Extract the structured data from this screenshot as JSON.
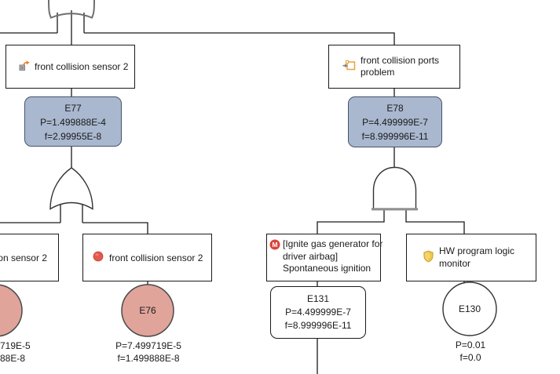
{
  "tree": {
    "root_gate": {
      "type": "OR"
    },
    "left_branch": {
      "event": {
        "label": "front collision sensor 2"
      },
      "summary": {
        "id": "E77",
        "p": "P=1.499888E-4",
        "f": "f=2.99955E-8"
      },
      "gate": {
        "type": "OR"
      },
      "children": {
        "partial_event": {
          "label_fragment": "on sensor 2"
        },
        "sensor_event": {
          "label": "front collision sensor 2"
        },
        "partial_basic": {
          "p_fragment": "719E-5",
          "f_fragment": "88E-8"
        },
        "basic": {
          "id": "E76",
          "p": "P=7.499719E-5",
          "f": "f=1.499888E-8"
        }
      }
    },
    "right_branch": {
      "event": {
        "line1": "front collision ports",
        "line2": "problem"
      },
      "summary": {
        "id": "E78",
        "p": "P=4.499999E-7",
        "f": "f=8.999996E-11"
      },
      "gate": {
        "type": "AND"
      },
      "children": {
        "ignite_event": {
          "line1": "[Ignite gas generator for",
          "line2": "driver airbag]",
          "line3": "Spontaneous ignition"
        },
        "hw_event": {
          "line1": "HW program logic",
          "line2": "monitor"
        },
        "ignite_basic": {
          "id": "E131",
          "p": "P=4.499999E-7",
          "f": "f=8.999996E-11"
        },
        "hw_basic": {
          "id": "E130",
          "p": "P=0.01",
          "f": "f=0.0"
        }
      }
    }
  },
  "icons": {
    "shared_page_arrow": "shared-page-arrow-icon",
    "port_box": "port-box-icon",
    "red_dot": "red-dot-icon",
    "m_badge": "monitored-m-badge-icon",
    "m_badge_letter": "M",
    "shield": "shield-icon"
  },
  "colors": {
    "summary_fill": "#a9b7cf",
    "summary_border": "#48536b",
    "basic_fill": "#e0a49b",
    "port_orange": "#e8a33d",
    "badge_red": "#d8453a",
    "shield_gold": "#f5d469",
    "line": "#1a1a1a"
  }
}
